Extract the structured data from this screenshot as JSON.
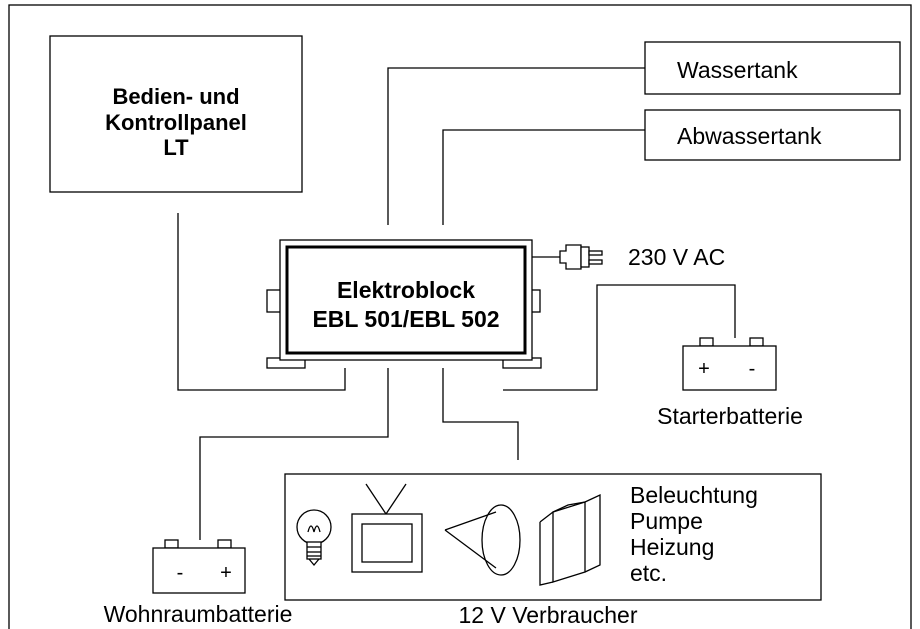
{
  "control_panel": {
    "line1": "Bedien- und",
    "line2": "Kontrollpanel",
    "line3": "LT"
  },
  "water_tank": "Wassertank",
  "waste_tank": "Abwassertank",
  "electroblock": {
    "line1": "Elektroblock",
    "line2": "EBL 501/EBL 502"
  },
  "ac_input": "230 V AC",
  "starter_battery": {
    "label": "Starterbatterie",
    "plus": "+",
    "minus": "-"
  },
  "living_battery": {
    "label": "Wohnraumbatterie",
    "minus": "-",
    "plus": "+"
  },
  "consumers": {
    "label": "12 V Verbraucher",
    "items": [
      "Beleuchtung",
      "Pumpe",
      "Heizung",
      "etc."
    ]
  }
}
